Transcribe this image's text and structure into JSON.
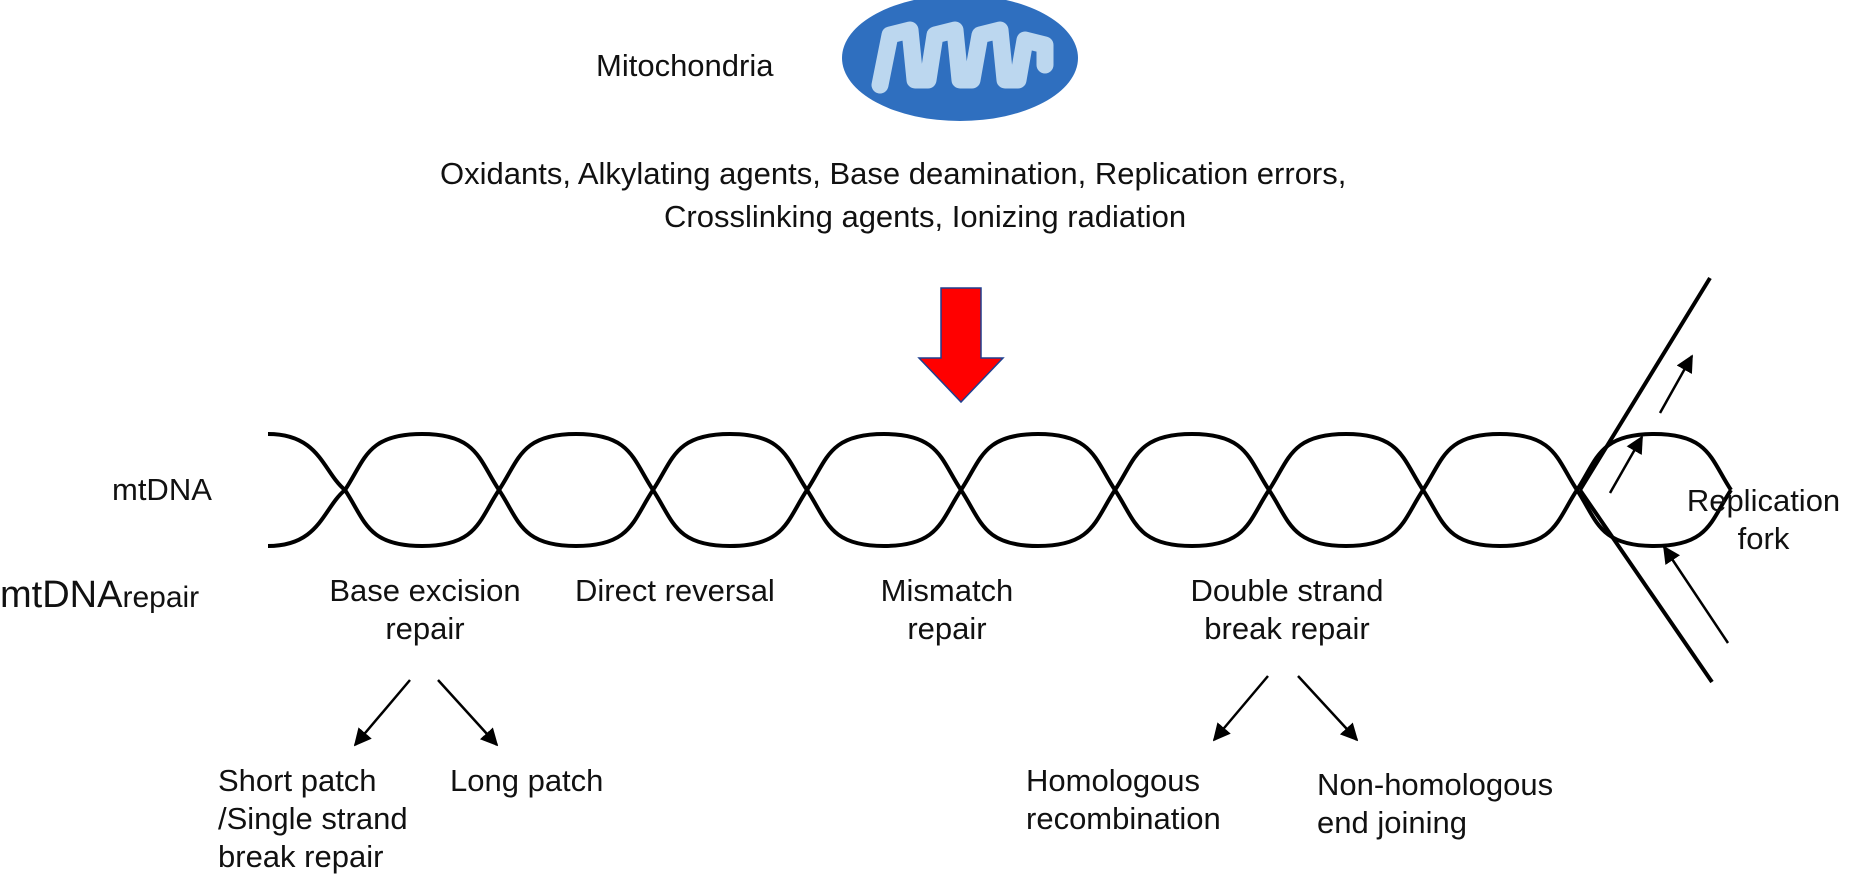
{
  "mitochondria": {
    "label": "Mitochondria",
    "outer_color": "#2f6fbf",
    "inner_color": "#bcd7ef"
  },
  "damage_sources": {
    "line1": "Oxidants, Alkylating agents, Base deamination, Replication errors,",
    "line2": "Crosslinking agents, Ionizing radiation"
  },
  "damage_arrow_color": "#ff0000",
  "mtdna_label": "mtDNA",
  "repair_row": {
    "label_main": "mtDNA",
    "label_suffix": "repair"
  },
  "repair_pathways": {
    "ber": "Base excision\nrepair",
    "direct": "Direct reversal",
    "mismatch": "Mismatch\nrepair",
    "dsb": "Double strand\nbreak repair"
  },
  "ber_branches": {
    "short": "Short patch\n/Single strand\nbreak repair",
    "long": "Long patch"
  },
  "dsb_branches": {
    "hr": "Homologous\nrecombination",
    "nhej": "Non-homologous\nend joining"
  },
  "replication_fork": "Replication\nfork"
}
